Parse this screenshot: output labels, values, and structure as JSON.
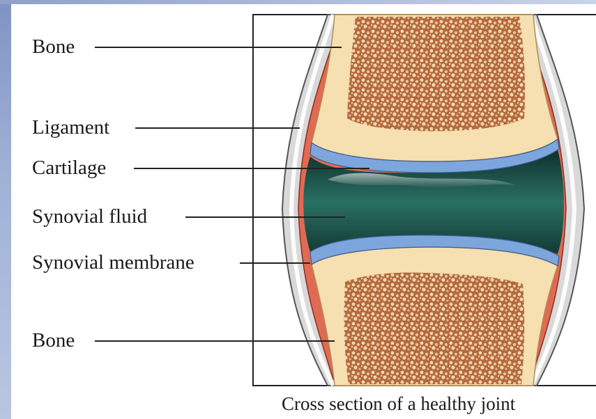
{
  "labels": {
    "bone_top": "Bone",
    "ligament": "Ligament",
    "cartilage": "Cartilage",
    "synovial_fluid": "Synovial fluid",
    "synovial_membrane": "Synovial membrane",
    "bone_bottom": "Bone"
  },
  "caption": "Cross section of a healthy joint",
  "colors": {
    "bone_shell": "#f6dfb0",
    "spongy_bone": "#a0522d",
    "cartilage": "#7da6dc",
    "synovial_fluid": "#1f5a50",
    "synovial_membrane": "#e06a52",
    "ligament": "#c9c9c9",
    "frame": "#222222",
    "side_bar": "#9fb0d6"
  }
}
